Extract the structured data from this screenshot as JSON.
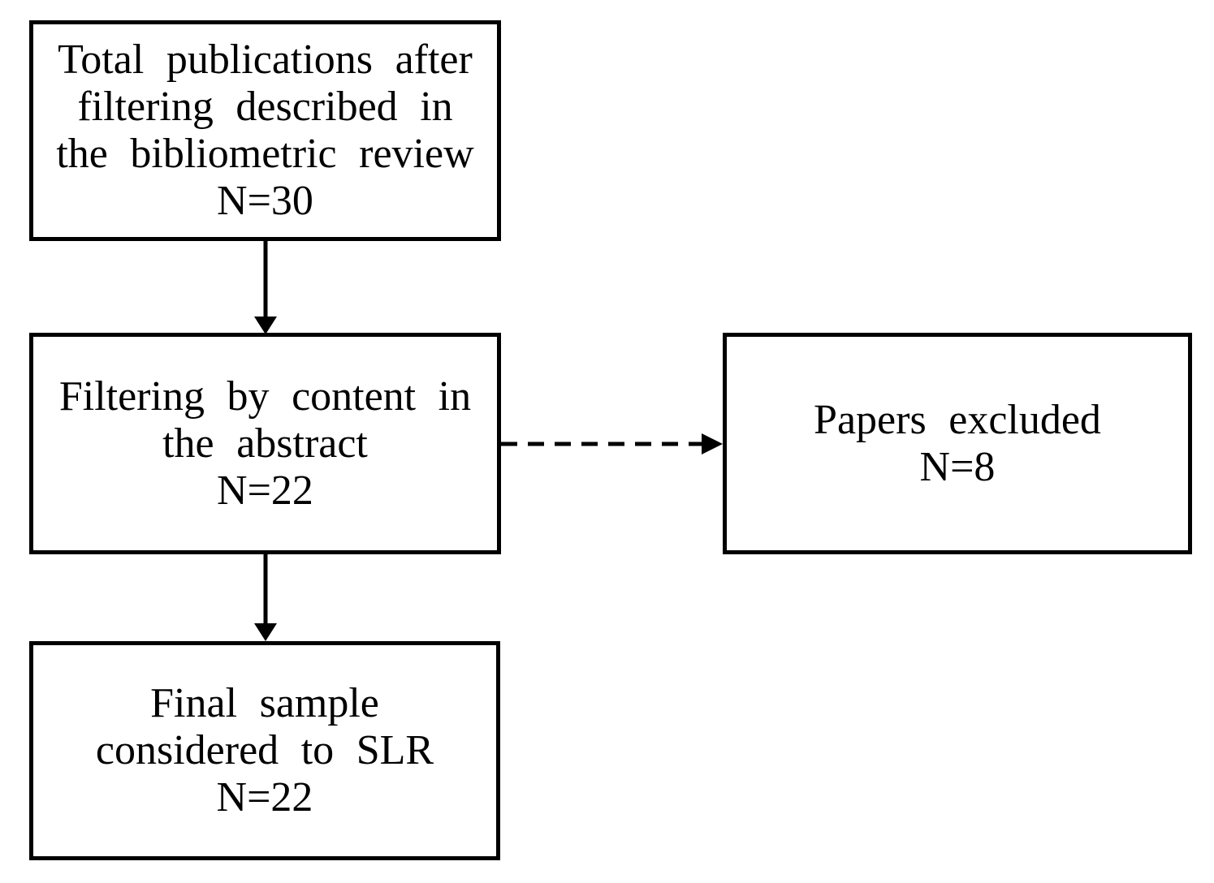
{
  "flowchart": {
    "boxes": {
      "total_publications": {
        "lines": [
          "Total publications after",
          "filtering described in",
          "the bibliometric review",
          "N=30"
        ],
        "count_label": "N=30",
        "count": 30
      },
      "filtering_by_abstract": {
        "lines": [
          "Filtering by content in",
          "the abstract",
          "N=22"
        ],
        "count_label": "N=22",
        "count": 22
      },
      "papers_excluded": {
        "lines": [
          "Papers excluded",
          "N=8"
        ],
        "count_label": "N=8",
        "count": 8
      },
      "final_sample": {
        "lines": [
          "Final sample",
          "considered to SLR",
          "N=22"
        ],
        "count_label": "N=22",
        "count": 22
      }
    },
    "edges": [
      {
        "from": "total_publications",
        "to": "filtering_by_abstract",
        "style": "solid",
        "direction": "down"
      },
      {
        "from": "filtering_by_abstract",
        "to": "papers_excluded",
        "style": "dashed",
        "direction": "right"
      },
      {
        "from": "filtering_by_abstract",
        "to": "final_sample",
        "style": "solid",
        "direction": "down"
      }
    ],
    "colors": {
      "line": "#000000",
      "text": "#000000",
      "background": "#ffffff"
    }
  }
}
